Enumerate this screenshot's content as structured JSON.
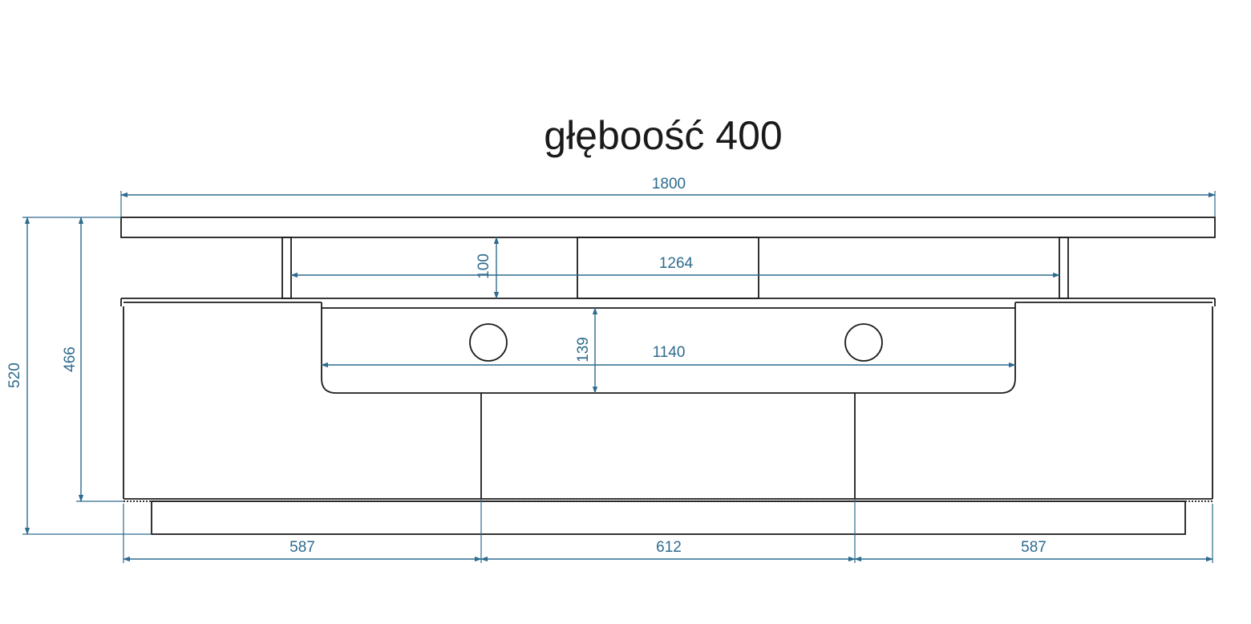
{
  "drawing": {
    "title": "głęboość 400",
    "colors": {
      "outline": "#1c1c1c",
      "dimension": "#2e6b8e",
      "background": "#ffffff"
    }
  },
  "dimensions": {
    "total_width": "1800",
    "total_height": "520",
    "body_height": "466",
    "shelf_gap_height": "100",
    "shelf_inner_width": "1264",
    "niche_height": "139",
    "niche_width": "1140",
    "left_module_width": "587",
    "center_module_width": "612",
    "right_module_width": "587"
  },
  "features": {
    "cable_holes": 2,
    "drawer_fronts": 3
  }
}
